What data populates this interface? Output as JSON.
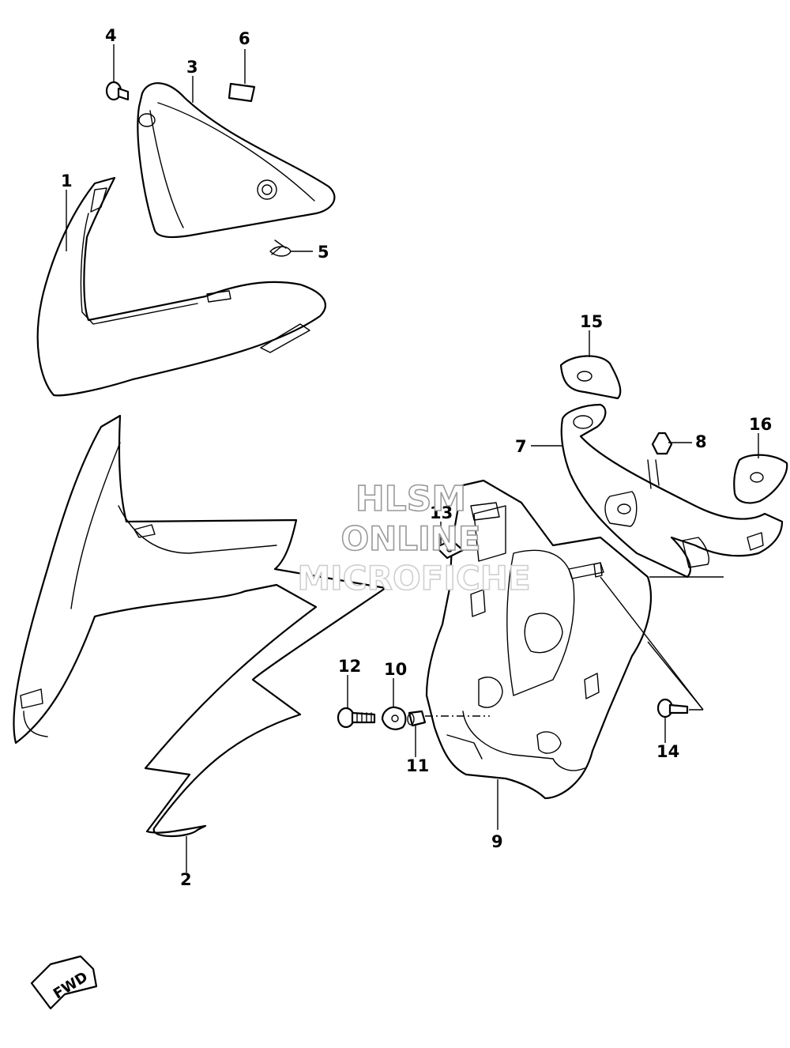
{
  "callouts": {
    "c1": "1",
    "c2": "2",
    "c3": "3",
    "c4": "4",
    "c5": "5",
    "c6": "6",
    "c7": "7",
    "c8": "8",
    "c9": "9",
    "c10": "10",
    "c11": "11",
    "c12": "12",
    "c13": "13",
    "c14": "14",
    "c15": "15",
    "c16": "16"
  },
  "watermark": {
    "line1": "HLSM",
    "line2": "ONLINE",
    "line3": "MICROFICHE"
  },
  "fwd_label": "FWD"
}
